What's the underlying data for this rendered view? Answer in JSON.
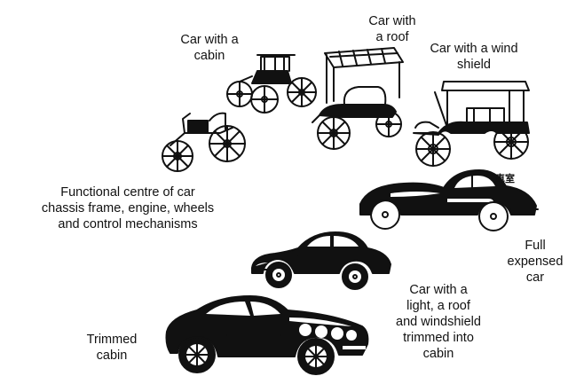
{
  "labels": {
    "cabin": [
      "Car with a",
      "cabin"
    ],
    "roof": [
      "Car with",
      "a roof"
    ],
    "windshield": [
      "Car with a wind",
      "shield"
    ],
    "functional": [
      "Functional centre of car",
      "chassis frame, engine, wheels",
      "and control mechanisms"
    ],
    "full": [
      "Full",
      "expensed",
      "car"
    ],
    "light": [
      "Car with a",
      "light, a roof",
      "and windshield",
      "trimmed into",
      "cabin"
    ],
    "trimmed": [
      "Trimmed",
      "cabin"
    ]
  },
  "stamp_text": "車室",
  "icons": [
    "horseless-carriage-icon",
    "cabin-car-icon",
    "roofed-car-icon",
    "windshield-car-icon",
    "coupe-car-icon",
    "sedan-car-icon",
    "sports-car-icon"
  ]
}
